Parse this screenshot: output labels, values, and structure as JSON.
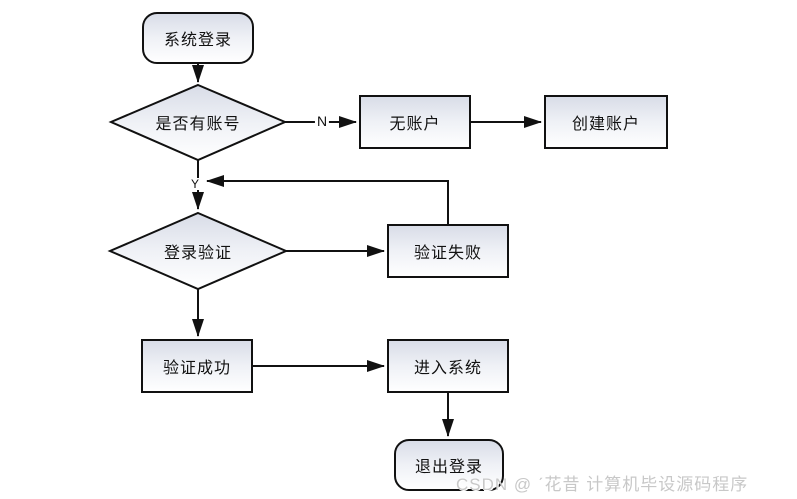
{
  "diagram": {
    "type": "flowchart",
    "nodes": {
      "start": {
        "label": "系统登录",
        "shape": "terminator"
      },
      "has_account": {
        "label": "是否有账号",
        "shape": "decision"
      },
      "no_account": {
        "label": "无账户",
        "shape": "process"
      },
      "create_account": {
        "label": "创建账户",
        "shape": "process"
      },
      "login_verify": {
        "label": "登录验证",
        "shape": "decision"
      },
      "verify_fail": {
        "label": "验证失败",
        "shape": "process"
      },
      "verify_success": {
        "label": "验证成功",
        "shape": "process"
      },
      "enter_system": {
        "label": "进入系统",
        "shape": "process"
      },
      "logout": {
        "label": "退出登录",
        "shape": "terminator"
      }
    },
    "edge_labels": {
      "no": "N",
      "yes": "Y"
    },
    "colors": {
      "node_border": "#111111",
      "node_fill_top": "#d8dce7",
      "node_fill_bottom": "#ffffff",
      "connector": "#111111",
      "watermark_text": "#c8c8c8",
      "background": "#ffffff"
    },
    "watermark": "CSDN @ ˊ花昔  计算机毕设源码程序"
  }
}
